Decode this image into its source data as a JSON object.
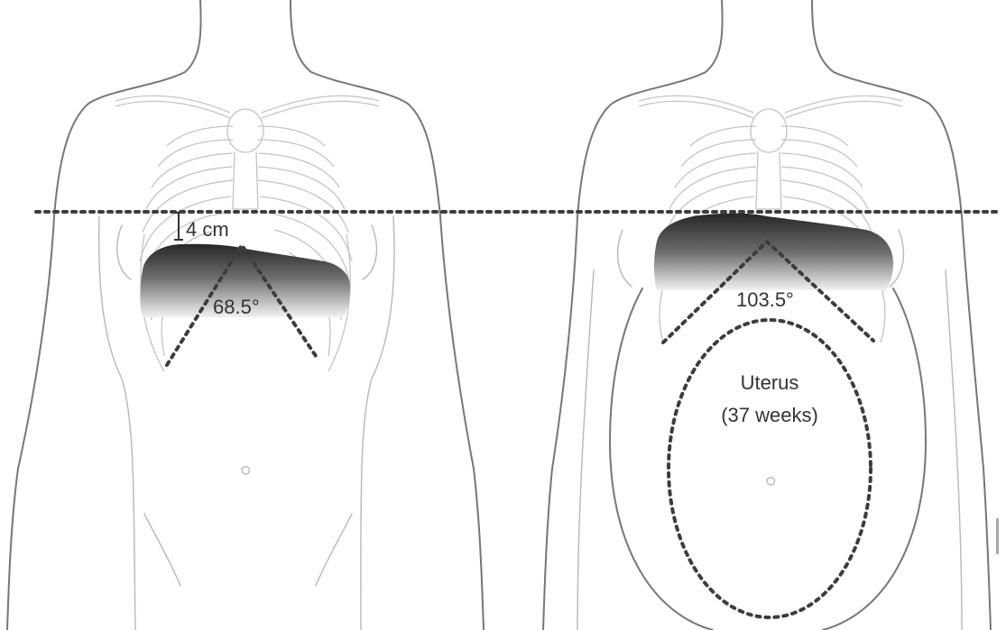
{
  "figure": {
    "labels": {
      "distance": "4 cm",
      "angle_nonpregnant": "68.5°",
      "angle_pregnant": "103.5°",
      "uterus_line1": "Uterus",
      "uterus_line2": "(37 weeks)"
    }
  },
  "colors": {
    "outline": "#777777",
    "diaphragm_dark": "#2b2b2b",
    "dashed": "#3d3d3d"
  }
}
